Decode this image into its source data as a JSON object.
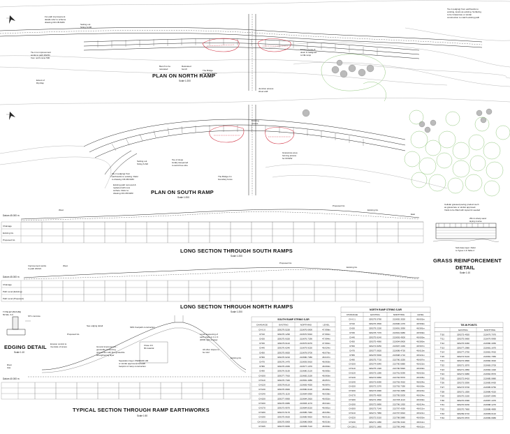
{
  "plans": {
    "north_title": "PLAN ON NORTH RAMP",
    "south_title": "PLAN ON SOUTH RAMP",
    "scale": "Scale 1:200"
  },
  "long_sections": {
    "south_title": "LONG SECTION THROUGH SOUTH RAMPS",
    "north_title": "LONG SECTION THROUGH NORTH RAMPS",
    "scale": "Scale 1:200",
    "south_datum": "Datum 45.000 m",
    "north_datum": "Datum 45.000 m",
    "south_rows": [
      "Chainage",
      "Existing GL",
      "Proposed GL"
    ],
    "north_rows": [
      "Chainage",
      "Path Level (Existing)",
      "Path Level (Proposed)"
    ],
    "west_label": "West",
    "east_label": "East",
    "proposed_gl": "Proposed GL",
    "existing_gl": "Existing GL"
  },
  "details": {
    "grass_title_1": "GRASS REINFORCEMENT",
    "grass_title_2": "DETAIL",
    "grass_scale": "Scale 1:10",
    "edging_title": "EDGING DETAIL",
    "edging_scale": "Scale 1:10",
    "section_title": "TYPICAL SECTION THROUGH RAMP EARTHWORKS",
    "section_scale": "Scale 1:50",
    "section_datum": "Datum 40.000 m"
  },
  "tables": {
    "south": {
      "title": "SOUTH RAMP STRING S-SR",
      "headers": [
        "CHAINAGE",
        "EASTING",
        "NORTHING",
        "LEVEL"
      ],
      "rows": [
        [
          "CH 0.0",
          "329279.5230",
          "213676.6000",
          "47.998m"
        ],
        [
          "CH10",
          "329276.1290",
          "213670.5910",
          "47.994m"
        ],
        [
          "CH20",
          "329275.9320",
          "213676.7290",
          "47.994m"
        ],
        [
          "CH30",
          "329276.9110",
          "213676.8270",
          "47.994m"
        ],
        [
          "CH40",
          "329276.6240",
          "213679.9220",
          "48.024m"
        ],
        [
          "CH50",
          "329275.0820",
          "213678.5700",
          "48.076m"
        ],
        [
          "CH60",
          "329276.0210",
          "213680.7380",
          "48.047m"
        ],
        [
          "CH70",
          "329276.1470",
          "213693.5610",
          "48.060m"
        ],
        [
          "CH80",
          "329276.2030",
          "213677.1070",
          "48.090m"
        ],
        [
          "CH90",
          "329276.5150",
          "213680.2120",
          "48.085m"
        ],
        [
          "CH100",
          "329277.7910",
          "213682.2150",
          "48.060m"
        ],
        [
          "CH110",
          "329276.7340",
          "213681.4080",
          "48.057m"
        ],
        [
          "CH120",
          "329278.8110",
          "213683.4020",
          "48.087m"
        ],
        [
          "CH130",
          "329276.0840",
          "213680.0120",
          "48.086m"
        ],
        [
          "CH140",
          "329275.1120",
          "213684.6950",
          "48.038m"
        ],
        [
          "CH150",
          "329277.9950",
          "213684.2810",
          "48.052m"
        ],
        [
          "CH160",
          "329276.0980",
          "213683.1170",
          "48.042m"
        ],
        [
          "CH170",
          "329273.9570",
          "213684.8210",
          "48.081m"
        ],
        [
          "CH180",
          "329274.5170",
          "213685.7940",
          "48.045m"
        ],
        [
          "CH190",
          "329275.0620",
          "213685.9810",
          "48.012m"
        ],
        [
          "CH 193.8",
          "329275.0000",
          "213686.0000",
          "48.016m"
        ],
        [
          "CH195",
          "329273.9930",
          "213686.7110",
          "48.000m"
        ]
      ]
    },
    "north": {
      "title": "NORTH RAMP STRING S-NR",
      "headers": [
        "CHAINAGE",
        "EASTING",
        "NORTHING",
        "LEVEL"
      ],
      "rows": [
        [
          "CH 0.1",
          "329279.5780",
          "213692.3520",
          "48.602m"
        ],
        [
          "CH10",
          "329276.3530",
          "213696.1370",
          "48.599m"
        ],
        [
          "CH20",
          "329279.2230",
          "213691.3590",
          "48.581m"
        ],
        [
          "CH30",
          "329278.7370",
          "213691.9080",
          "48.599m"
        ],
        [
          "CH40",
          "329275.6140",
          "213693.4500",
          "48.600m"
        ],
        [
          "CH50",
          "329275.4060",
          "213694.8900",
          "48.580m"
        ],
        [
          "CH60",
          "329274.8250",
          "213697.1630",
          "48.597m"
        ],
        [
          "CH70",
          "329277.0620",
          "213698.4730",
          "48.610m"
        ],
        [
          "CH80",
          "329276.5630",
          "213698.1710",
          "48.621m"
        ],
        [
          "CH90",
          "329275.7710",
          "213700.3250",
          "48.607m"
        ],
        [
          "CH100",
          "329274.6040",
          "213700.6880",
          "48.622m"
        ],
        [
          "CH110",
          "329275.1320",
          "213700.5820",
          "48.609m"
        ],
        [
          "CH120",
          "329273.1280",
          "213701.9290",
          "48.623m"
        ],
        [
          "CH130",
          "329274.6960",
          "213702.5570",
          "48.605m"
        ],
        [
          "CH140",
          "329273.8390",
          "213703.4010",
          "48.624m"
        ],
        [
          "CH150",
          "329272.2370",
          "213703.7390",
          "48.630m"
        ],
        [
          "CH160",
          "329273.0090",
          "213704.3080",
          "48.623m"
        ],
        [
          "CH170",
          "329275.4830",
          "213705.5200",
          "48.624m"
        ],
        [
          "CH180",
          "329272.4560",
          "213705.1110",
          "48.609m"
        ],
        [
          "CH190",
          "329272.0890",
          "213706.1920",
          "48.614m"
        ],
        [
          "CH200",
          "329273.7140",
          "213707.4350",
          "48.611m"
        ],
        [
          "CH210",
          "329271.7880",
          "213707.6810",
          "48.621m"
        ],
        [
          "CH220",
          "329272.5310",
          "213708.5880",
          "48.603m"
        ],
        [
          "CH230",
          "329271.1980",
          "213709.3410",
          "48.611m"
        ],
        [
          "CH 236.1",
          "329271.1860",
          "213709.3460",
          "48.611m"
        ]
      ]
    },
    "tiein": {
      "title": "TIE-IN POINTS",
      "headers": [
        "",
        "EASTING",
        "NORTHING"
      ],
      "rows": [
        [
          "TI10",
          "329273.4920",
          "213679.7070"
        ],
        [
          "TI11",
          "329275.0660",
          "213679.9990"
        ],
        [
          "TI12",
          "329276.9460",
          "213680.4450"
        ],
        [
          "TI13",
          "329277.2980",
          "213681.1670"
        ],
        [
          "TI14",
          "329277.2750",
          "213681.4410"
        ],
        [
          "TI15",
          "329274.5140",
          "213681.7050"
        ],
        [
          "TI21",
          "329272.9890",
          "213682.3910"
        ],
        [
          "TI22",
          "329271.3570",
          "213683.2700"
        ],
        [
          "TI23",
          "329271.2850",
          "213684.1020"
        ],
        [
          "TI24",
          "329271.9980",
          "213684.6570"
        ],
        [
          "TI25",
          "329272.8410",
          "213685.0880"
        ],
        [
          "TI26",
          "329273.5590",
          "213685.6430"
        ],
        [
          "TI27",
          "329273.5700",
          "213685.6750"
        ],
        [
          "TI28",
          "329271.1550",
          "213686.4310"
        ],
        [
          "TI29",
          "329270.2230",
          "213687.0940"
        ],
        [
          "TI30",
          "329270.0390",
          "213687.1070"
        ],
        [
          "TI31",
          "329270.6150",
          "213688.1270"
        ],
        [
          "TI32",
          "329270.7660",
          "213688.4890"
        ],
        [
          "TI33",
          "329269.9710",
          "213689.0110"
        ],
        [
          "TI34",
          "329270.0570",
          "213689.0980"
        ]
      ]
    }
  }
}
